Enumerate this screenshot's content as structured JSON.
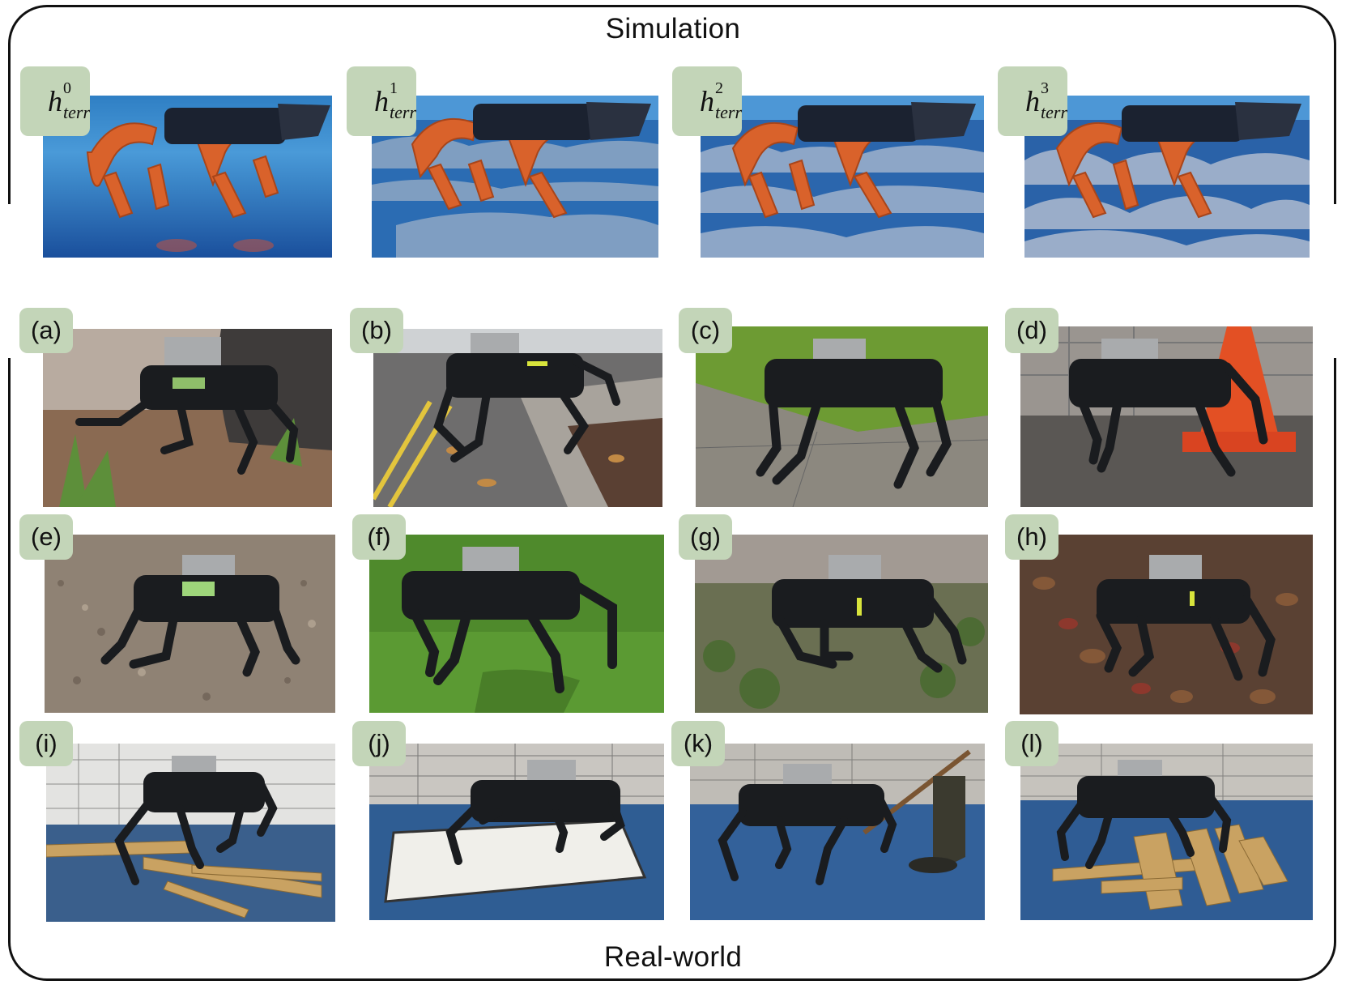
{
  "sections": {
    "simulation_title": "Simulation",
    "realworld_title": "Real-world"
  },
  "sim_panels": [
    {
      "base": "h",
      "sup": "0",
      "sub": "terr"
    },
    {
      "base": "h",
      "sup": "1",
      "sub": "terr"
    },
    {
      "base": "h",
      "sup": "2",
      "sub": "terr"
    },
    {
      "base": "h",
      "sup": "3",
      "sub": "terr"
    }
  ],
  "real_panels": [
    {
      "label": "(a)",
      "scene": "rock-and-bark-mulch"
    },
    {
      "label": "(b)",
      "scene": "curb-and-road"
    },
    {
      "label": "(c)",
      "scene": "grass-and-pavement"
    },
    {
      "label": "(d)",
      "scene": "traffic-cone-pavement"
    },
    {
      "label": "(e)",
      "scene": "gravel"
    },
    {
      "label": "(f)",
      "scene": "grass"
    },
    {
      "label": "(g)",
      "scene": "vegetation-and-gravel"
    },
    {
      "label": "(h)",
      "scene": "fallen-leaves"
    },
    {
      "label": "(i)",
      "scene": "wooden-planks"
    },
    {
      "label": "(j)",
      "scene": "slippery-board"
    },
    {
      "label": "(k)",
      "scene": "push-with-stick"
    },
    {
      "label": "(l)",
      "scene": "plank-pile"
    }
  ],
  "colors": {
    "badge": "#c3d5b8",
    "robot_sim": "#d9622b",
    "robot_real": "#1a1c1f",
    "frame": "#111111"
  }
}
